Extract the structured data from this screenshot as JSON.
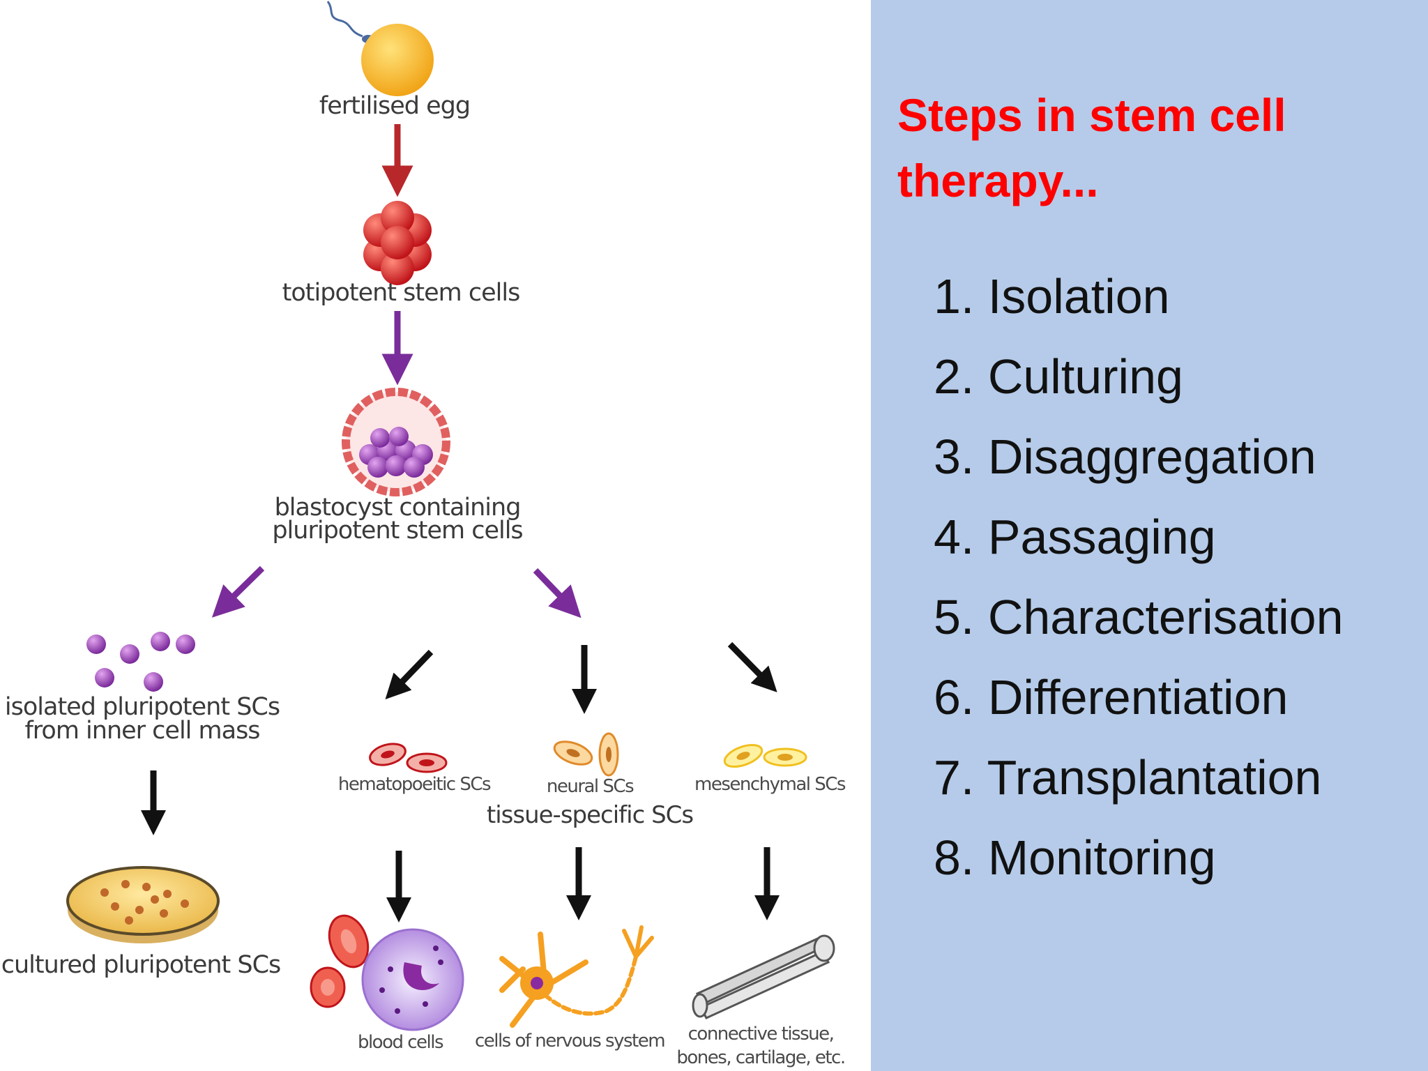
{
  "diagram": {
    "labels": {
      "fertilised_egg": "fertilised egg",
      "totipotent": "totipotent stem cells",
      "blastocyst_line1": "blastocyst containing",
      "blastocyst_line2": "pluripotent stem cells",
      "isolated_line1": "isolated pluripotent SCs",
      "isolated_line2": "from inner cell mass",
      "cultured": "cultured pluripotent SCs",
      "hematopoietic": "hematopoeitic SCs",
      "neural": "neural SCs",
      "mesenchymal": "mesenchymal SCs",
      "tissue_specific": "tissue-specific SCs",
      "blood_cells": "blood cells",
      "nervous_cells": "cells of nervous system",
      "connective_line1": "connective tissue,",
      "connective_line2": "bones, cartilage, etc."
    }
  },
  "panel": {
    "title": "Steps in stem cell therapy...",
    "steps": [
      "1. Isolation",
      "2. Culturing",
      "3. Disaggregation",
      "4. Passaging",
      "5. Characterisation",
      "6. Differentiation",
      "7. Transplantation",
      "8. Monitoring"
    ]
  },
  "colors": {
    "panel_background": "#b5cbe9",
    "title": "#ff0000",
    "arrow_red": "#b8282b",
    "arrow_purple": "#7a2d9a",
    "arrow_black": "#111111"
  }
}
